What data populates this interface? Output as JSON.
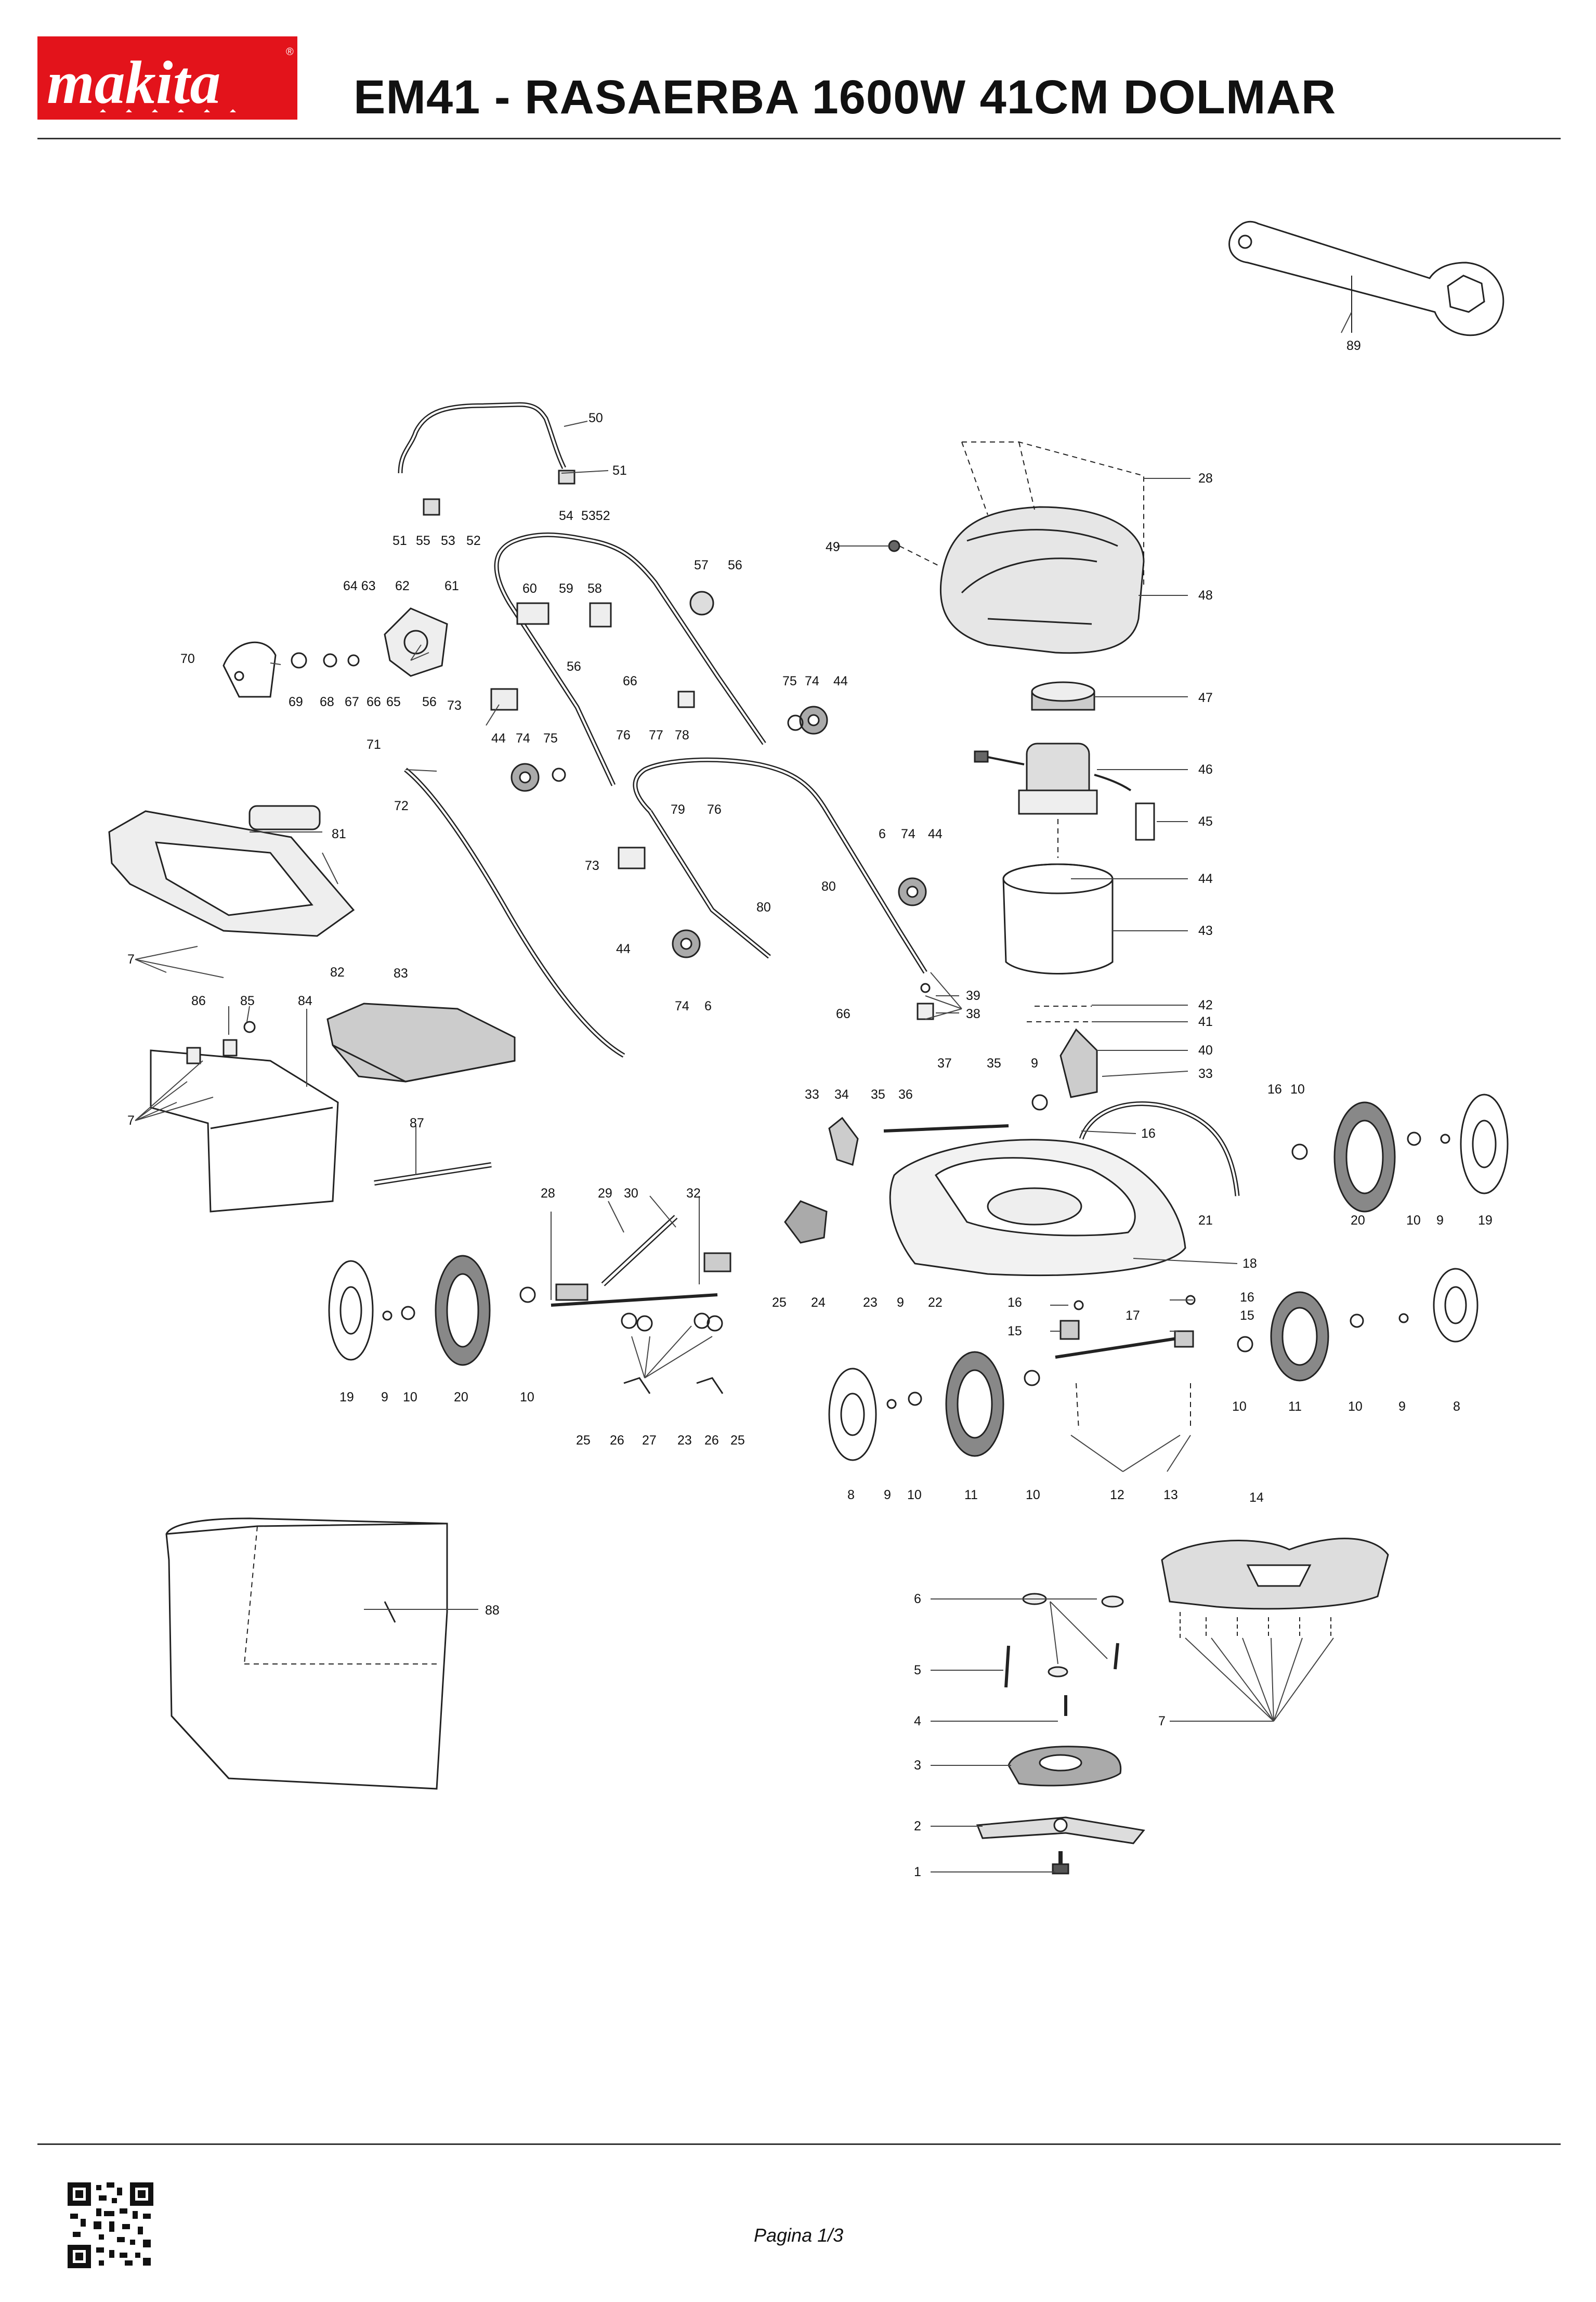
{
  "header": {
    "brand": "makita",
    "title": "EM41 - RASAERBA 1600W 41CM DOLMAR",
    "brand_color": "#e3131b"
  },
  "footer": {
    "page_label": "Pagina 1/3",
    "qr_icon": "qr-code-icon"
  },
  "callouts": {
    "c1": "1",
    "c2": "2",
    "c3": "3",
    "c4": "4",
    "c5": "5",
    "c6": "6",
    "c7": "7",
    "c8": "8",
    "c9": "9",
    "c10": "10",
    "c11": "11",
    "c12": "12",
    "c13": "13",
    "c14": "14",
    "c15": "15",
    "c16": "16",
    "c17": "17",
    "c18": "18",
    "c19": "19",
    "c20": "20",
    "c21": "21",
    "c22": "22",
    "c23": "23",
    "c24": "24",
    "c25": "25",
    "c26": "26",
    "c27": "27",
    "c28": "28",
    "c29": "29",
    "c30": "30",
    "c32": "32",
    "c33": "33",
    "c34": "34",
    "c35": "35",
    "c36": "36",
    "c37": "37",
    "c38": "38",
    "c39": "39",
    "c40": "40",
    "c41": "41",
    "c42": "42",
    "c43": "43",
    "c44": "44",
    "c45": "45",
    "c46": "46",
    "c47": "47",
    "c48": "48",
    "c49": "49",
    "c50": "50",
    "c51": "51",
    "c52": "52",
    "c54": "54",
    "c5352": "5352",
    "c55": "55",
    "c53": "53",
    "c56": "56",
    "c57": "57",
    "c58": "58",
    "c59": "59",
    "c60": "60",
    "c61": "61",
    "c62": "62",
    "c6463": "64 63",
    "c65": "65",
    "c66": "66",
    "c67": "67",
    "c68": "68",
    "c69": "69",
    "c70": "70",
    "c71": "71",
    "c72": "72",
    "c73": "73",
    "c74": "74",
    "c75": "75",
    "c76": "76",
    "c77": "77",
    "c78": "78",
    "c79": "79",
    "c80": "80",
    "c81": "81",
    "c82": "82",
    "c83": "83",
    "c84": "84",
    "c85": "85",
    "c86": "86",
    "c87": "87",
    "c88": "88",
    "c89": "89"
  }
}
